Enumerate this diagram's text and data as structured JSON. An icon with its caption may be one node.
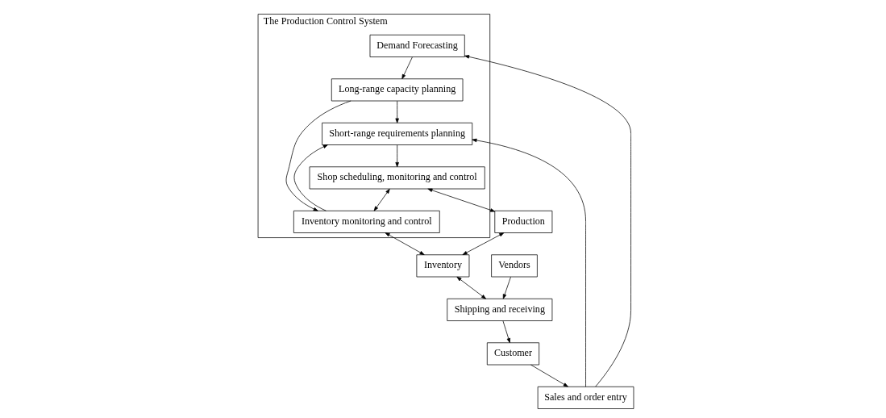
{
  "diagram": {
    "nodes": [
      {
        "text": [
          "The Production Control System"
        ]
      },
      {
        "text": [
          "Demand Forecasting"
        ],
        "in": 0
      },
      {
        "text": [
          "Long-range capacity planning"
        ],
        "in": 0
      },
      {
        "text": [
          "Short-range requirements planning"
        ],
        "in": 0
      },
      {
        "text": [
          "Shop scheduling, monitoring and control"
        ],
        "in": 0
      },
      {
        "text": [
          "Inventory monitoring and control"
        ],
        "in": 0
      },
      {
        "text": [
          "Sales and order entry"
        ]
      },
      {
        "text": [
          "Customer"
        ]
      },
      {
        "text": [
          "Production"
        ]
      },
      {
        "text": [
          "Shipping and receiving"
        ]
      },
      {
        "text": [
          "Inventory"
        ]
      },
      {
        "text": [
          "Vendors"
        ]
      }
    ],
    "edges": [
      {
        "from": 7,
        "to": 6,
        "arrow": "to"
      },
      {
        "from": 6,
        "to": 1,
        "arrow": "to"
      },
      {
        "from": 6,
        "to": 3,
        "arrow": "to"
      },
      {
        "from": 1,
        "to": 2,
        "arrow": "to"
      },
      {
        "from": 2,
        "to": 3,
        "arrow": "to"
      },
      {
        "from": 3,
        "to": 4,
        "arrow": "to"
      },
      {
        "from": 2,
        "to": 5,
        "arrow": "to"
      },
      {
        "from": 5,
        "to": 3,
        "arrow": "to"
      },
      {
        "from": 4,
        "to": 5,
        "arrow": "both"
      },
      {
        "from": 5,
        "to": 10,
        "arrow": "both"
      },
      {
        "from": 4,
        "to": 8,
        "arrow": "both"
      },
      {
        "from": 8,
        "to": 10,
        "arrow": "both"
      },
      {
        "from": 9,
        "to": 7,
        "arrow": "to"
      },
      {
        "from": 10,
        "to": 9,
        "arrow": "both"
      },
      {
        "from": 11,
        "to": 9,
        "arrow": "to"
      }
    ]
  }
}
